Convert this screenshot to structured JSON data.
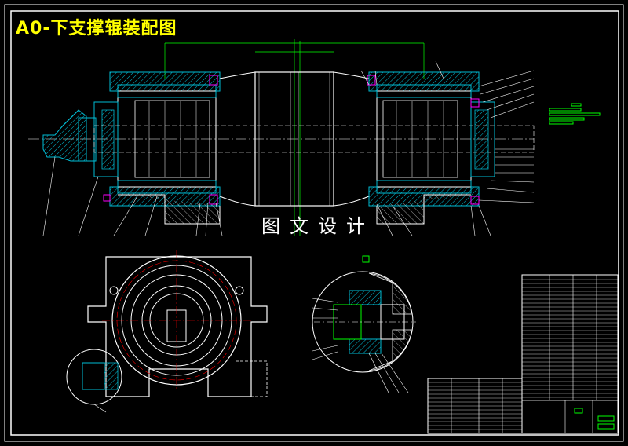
{
  "drawing": {
    "title": "A0-下支撑辊装配图",
    "watermark": "图文设计"
  },
  "colors": {
    "background": "#000000",
    "outline": "#ffffff",
    "title": "#ffff00",
    "centerline": "#ff0000",
    "dimension": "#00ff00",
    "hatch": "#00bcd4",
    "section_fill": "#00a8b0",
    "seal": "#ff00ff",
    "leader": "#ffffff"
  },
  "views": {
    "main": "main-assembly-view",
    "end": "end-view",
    "detail": "detail-section-view",
    "title_block": "title-block"
  }
}
